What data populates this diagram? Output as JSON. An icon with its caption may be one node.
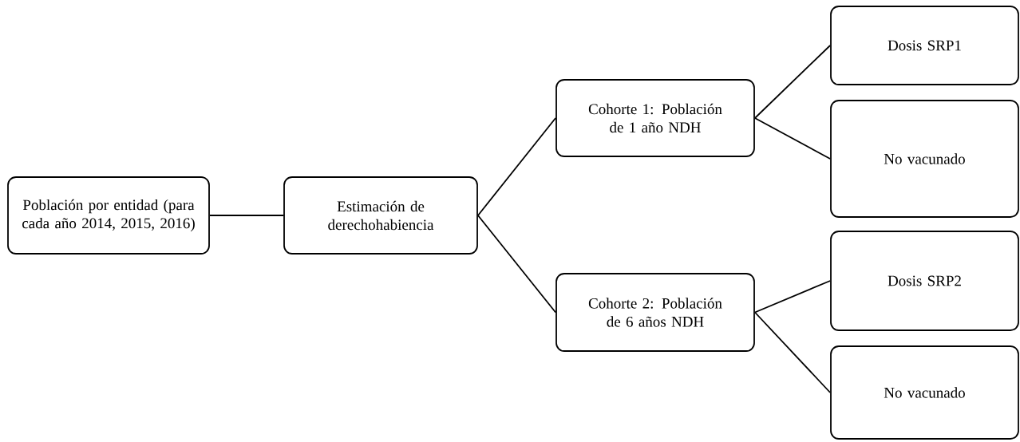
{
  "diagram": {
    "nodes": [
      {
        "text": [
          "Población por entidad (para cada año 2014, 2015, 2016)"
        ]
      },
      {
        "text": [
          "Estimación de derechohabiencia"
        ]
      },
      {
        "text": [
          "Cohorte 1: Población de 1 año NDH"
        ]
      },
      {
        "text": [
          "Cohorte 2: Población de 6 años NDH"
        ]
      },
      {
        "text": [
          "Dosis SRP1"
        ]
      },
      {
        "text": [
          "No vacunado"
        ]
      },
      {
        "text": [
          "Dosis SRP2"
        ]
      },
      {
        "text": [
          "No vacunado"
        ]
      }
    ],
    "edges": [
      {
        "from": 0,
        "to": 1,
        "arrow": "none"
      },
      {
        "from": 1,
        "to": 2,
        "arrow": "none"
      },
      {
        "from": 1,
        "to": 3,
        "arrow": "none"
      },
      {
        "from": 2,
        "to": 4,
        "arrow": "none"
      },
      {
        "from": 2,
        "to": 5,
        "arrow": "none"
      },
      {
        "from": 3,
        "to": 6,
        "arrow": "none"
      },
      {
        "from": 3,
        "to": 7,
        "arrow": "none"
      }
    ]
  }
}
